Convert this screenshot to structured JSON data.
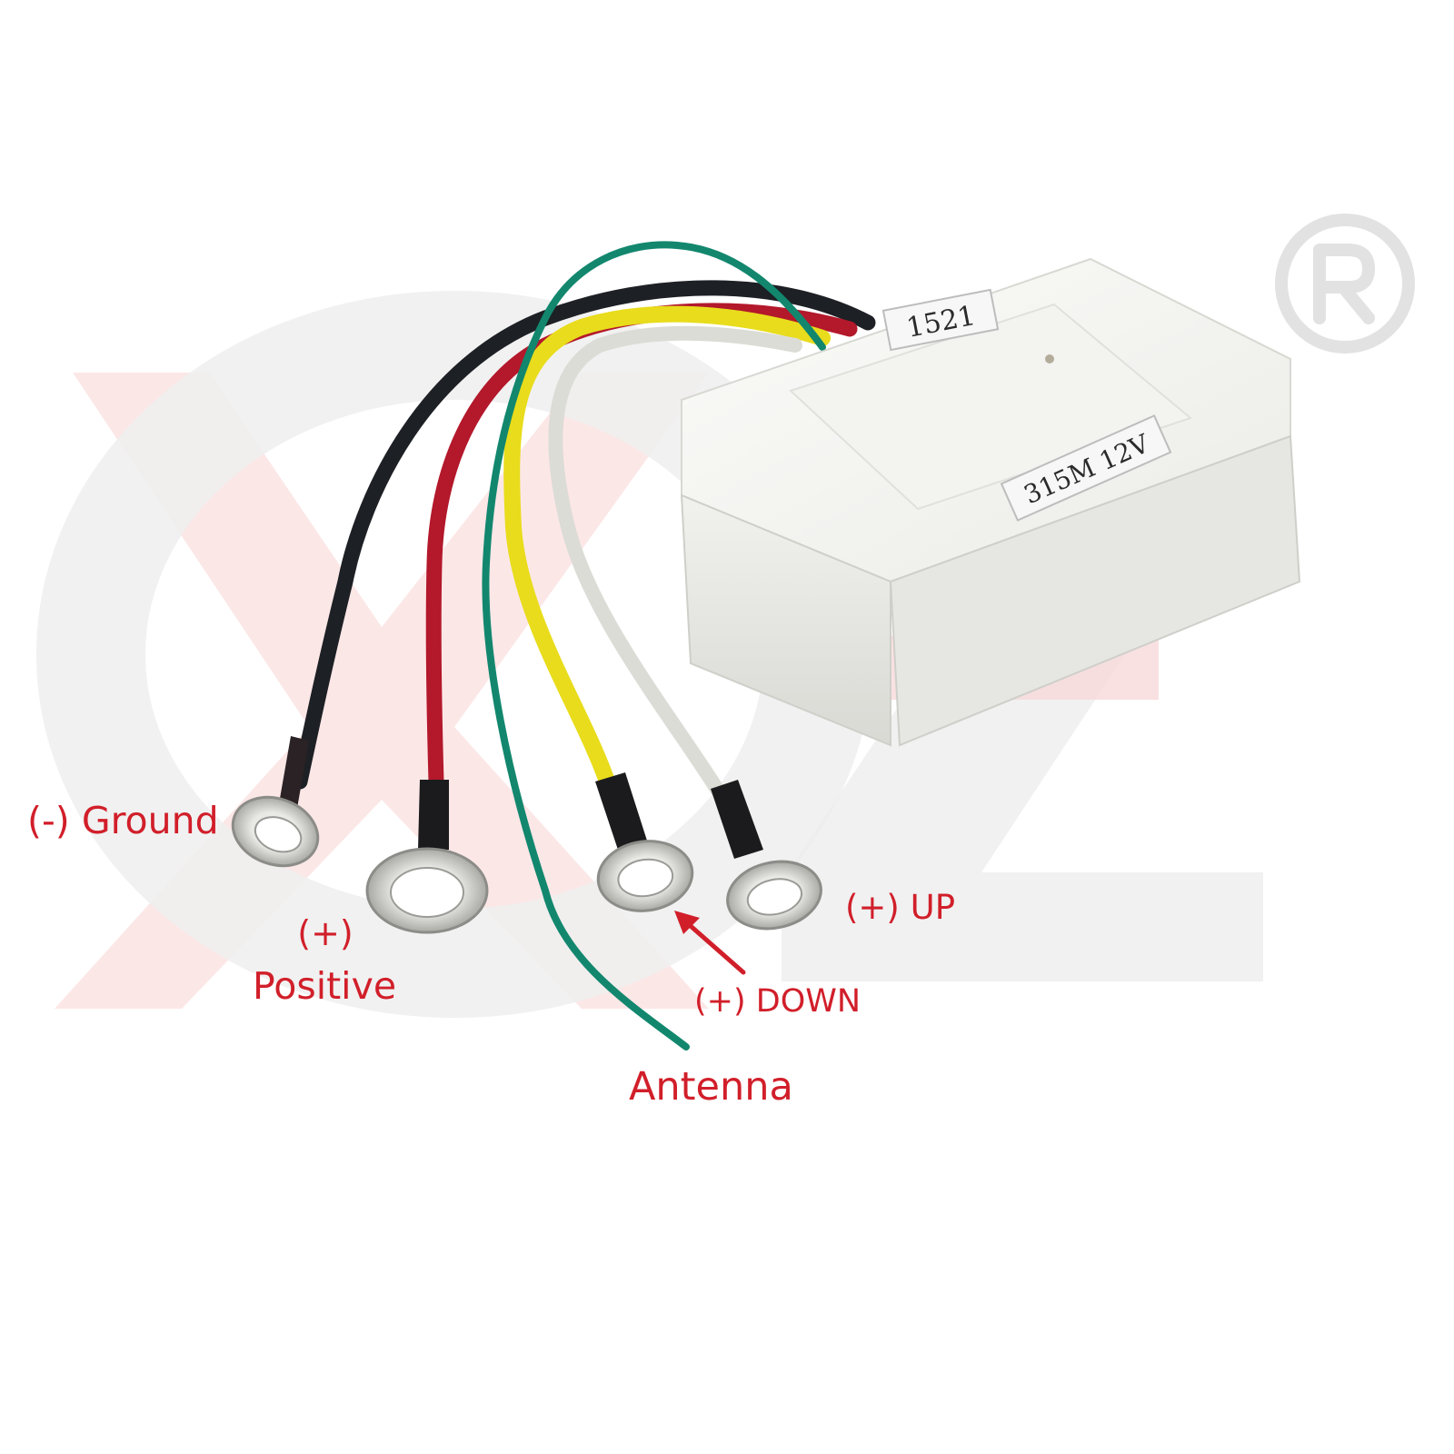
{
  "module": {
    "label_top": "1521",
    "label_side": "315M 12V"
  },
  "callouts": {
    "ground": "(-) Ground",
    "positive_line1": "(+)",
    "positive_line2": "Positive",
    "antenna": "Antenna",
    "down": "(+) DOWN",
    "up": "(+) UP"
  },
  "watermark": {
    "logo_text": "XOZ",
    "registered_mark": "®"
  },
  "colors": {
    "callout_text": "#d11f2a",
    "wire_black": "#1d2024",
    "wire_red": "#b3182b",
    "wire_yellow": "#e8dc1c",
    "wire_white": "#dcdcd6",
    "wire_green": "#12876e",
    "watermark_red": "#f6d8d8",
    "watermark_gray": "#ececec"
  }
}
